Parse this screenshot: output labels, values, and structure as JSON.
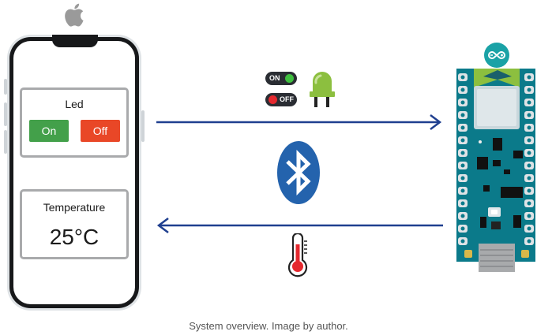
{
  "phone": {
    "led_card": {
      "title": "Led",
      "on_label": "On",
      "off_label": "Off"
    },
    "temperature_card": {
      "title": "Temperature",
      "value": "25°C"
    }
  },
  "toggles": [
    {
      "label": "ON",
      "dot_color": "#3fbf3f"
    },
    {
      "label": "OFF",
      "dot_color": "#e5292f"
    }
  ],
  "colors": {
    "arrow": "#1f3f8f",
    "bluetooth": "#2463ad",
    "board": "#0b7a8a",
    "led_green": "#8cbf3f",
    "thermometer_red": "#e5292f"
  },
  "icons": [
    "apple-logo",
    "led-icon",
    "bluetooth-icon",
    "thermometer-icon",
    "arduino-logo",
    "arduino-board"
  ],
  "caption": "System overview. Image by author."
}
